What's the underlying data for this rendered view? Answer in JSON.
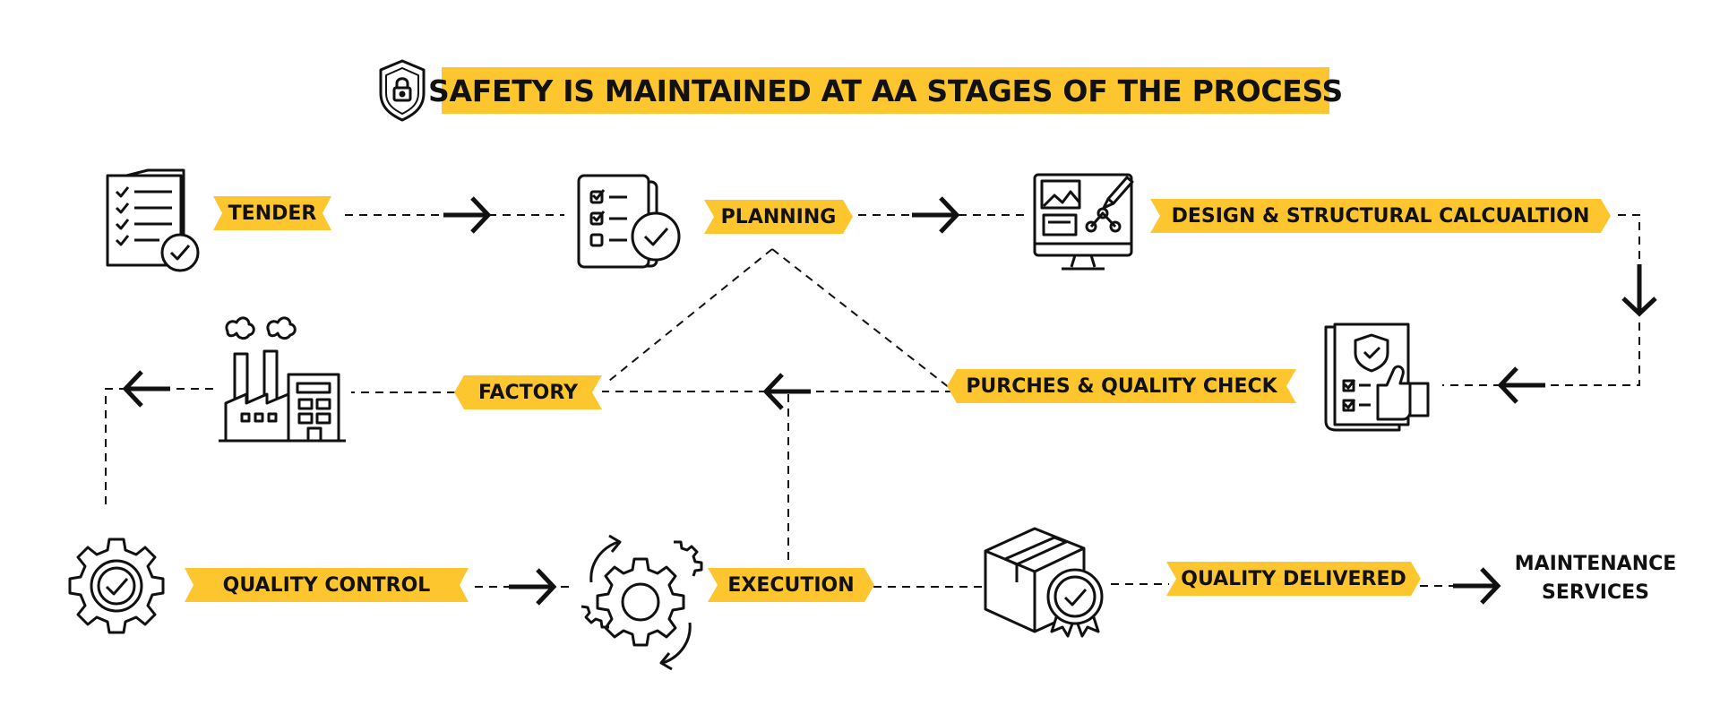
{
  "title": "SAFETY IS MAINTAINED AT AA STAGES OF THE PROCESS",
  "colors": {
    "accent": "#FDC62F",
    "ink": "#111111"
  },
  "stages": {
    "tender": "TENDER",
    "planning": "PLANNING",
    "design": "DESIGN & STRUCTURAL CALCUALTION",
    "purchase": "PURCHES & QUALITY CHECK",
    "factory": "FACTORY",
    "quality_control": "QUALITY CONTROL",
    "execution": "EXECUTION",
    "quality_delivered": "QUALITY DELIVERED",
    "maintenance_line1": "MAINTENANCE",
    "maintenance_line2": "SERVICES"
  },
  "icons": {
    "header": "shield-lock-icon",
    "tender": "checklist-document-icon",
    "planning": "checklist-board-icon",
    "design": "design-monitor-icon",
    "purchase": "quality-check-document-icon",
    "factory": "factory-icon",
    "quality_control": "gear-check-icon",
    "execution": "gears-cycle-icon",
    "quality_delivered": "box-badge-icon"
  }
}
